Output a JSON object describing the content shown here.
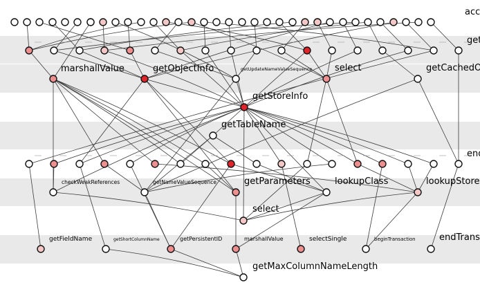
{
  "colors": {
    "band": "#e9e9e9",
    "edge": "#3a3a3a",
    "node_stroke": "#111111",
    "fill_white": "#ffffff",
    "fill_pink": "#f4c7c7",
    "fill_salmon": "#ee8f8f",
    "fill_red": "#e0242b"
  },
  "labels": {
    "accessor": "acc",
    "get": "get",
    "end": "end",
    "marshallValue": "marshallValue",
    "getObjectInfo": "getObjectInfo",
    "getUpdateNameValueSequence": "getUpdateNameValueSequence",
    "select": "select",
    "getCachedO": "getCachedO",
    "getStoreInfo": "getStoreInfo",
    "getTableName": "getTableName",
    "checkWeakReferences": "checkWeakReferences",
    "getNameValueSequence": "getNameValueSequence",
    "getParameters": "getParameters",
    "lookupClass": "lookupClass",
    "lookupStore": "lookupStored",
    "select2": "select",
    "getFieldName": "getFieldName",
    "getShortColumnName": "getShortColumnName",
    "getPersistentID": "getPersistentID",
    "marshallValue2": "marshallValue",
    "selectSingle": "selectSingle",
    "beginTransaction": "beginTransaction",
    "endTrans": "endTrans",
    "getMaxColumnNameLength": "getMaxColumnNameLength"
  },
  "rows": [
    [
      "w",
      "w",
      "w",
      "w",
      "w",
      "w",
      "w",
      "w",
      "p",
      "w",
      "w",
      "w",
      "w",
      "p",
      "w",
      "p",
      "w",
      "w",
      "w",
      "w",
      "w",
      "w",
      "w",
      "w",
      "p",
      "w",
      "p",
      "w",
      "w",
      "w",
      "w",
      "w",
      "p",
      "w",
      "w",
      "w"
    ],
    [
      "s",
      "w",
      "w",
      "p",
      "s",
      "w",
      "p",
      "w",
      "w",
      "w",
      "w",
      "r",
      "w",
      "w",
      "w",
      "w",
      "w",
      "w"
    ],
    [
      "s",
      "r",
      "w",
      "s",
      "w"
    ],
    [
      "r",
      "w"
    ],
    [
      "w",
      "s",
      "w",
      "s",
      "w",
      "s",
      "w",
      "w",
      "r",
      "w",
      "p",
      "w",
      "w",
      "s",
      "s",
      "w",
      "w",
      "w"
    ],
    [
      "w",
      "w",
      "s",
      "w",
      "p"
    ],
    [
      "p"
    ],
    [
      "p",
      "w",
      "s",
      "s",
      "s",
      "w",
      "w"
    ],
    [
      "w"
    ]
  ],
  "edges": [
    [
      "r0-1",
      "r1-0"
    ],
    [
      "r0-3",
      "r1-2"
    ],
    [
      "r0-5",
      "r1-1"
    ],
    [
      "r0-8",
      "r1-3"
    ],
    [
      "r0-10",
      "r1-4"
    ],
    [
      "r0-12",
      "r1-6"
    ],
    [
      "r0-14",
      "r1-5"
    ],
    [
      "r0-16",
      "r1-7"
    ],
    [
      "r0-18",
      "r1-8"
    ],
    [
      "r0-20",
      "r1-9"
    ],
    [
      "r0-22",
      "r1-11"
    ],
    [
      "r0-24",
      "r1-10"
    ],
    [
      "r0-26",
      "r1-12"
    ],
    [
      "r0-28",
      "r1-13"
    ],
    [
      "r0-30",
      "r1-14"
    ],
    [
      "r0-31",
      "r1-15"
    ],
    [
      "r0-33",
      "r1-16"
    ],
    [
      "r0-35",
      "r1-17"
    ],
    [
      "r0-15",
      "r1-0"
    ],
    [
      "r0-15",
      "r2-3"
    ],
    [
      "r0-13",
      "r1-11"
    ],
    [
      "r0-2",
      "r1-4"
    ],
    [
      "r0-23",
      "r1-2"
    ],
    [
      "r0-27",
      "r2-1"
    ],
    [
      "r0-32",
      "r2-1"
    ],
    [
      "r0-9",
      "r2-2"
    ],
    [
      "r0-29",
      "r1-1"
    ],
    [
      "r0-34",
      "r1-3"
    ],
    [
      "r0-11",
      "r1-0"
    ],
    [
      "r0-16",
      "r1-16"
    ],
    [
      "r0-30",
      "r1-6"
    ],
    [
      "r0-7",
      "r2-0"
    ],
    [
      "r1-0",
      "r2-0"
    ],
    [
      "r1-1",
      "r2-1"
    ],
    [
      "r1-2",
      "r2-1"
    ],
    [
      "r1-4",
      "r2-1"
    ],
    [
      "r1-5",
      "r2-2"
    ],
    [
      "r1-6",
      "r3-0"
    ],
    [
      "r1-7",
      "r3-0"
    ],
    [
      "r1-8",
      "r3-0"
    ],
    [
      "r1-9",
      "r2-2"
    ],
    [
      "r1-11",
      "r2-3"
    ],
    [
      "r1-11",
      "r3-0"
    ],
    [
      "r1-12",
      "r2-3"
    ],
    [
      "r1-13",
      "r3-0"
    ],
    [
      "r1-14",
      "r2-4"
    ],
    [
      "r1-15",
      "r3-0"
    ],
    [
      "r1-16",
      "r4-0"
    ],
    [
      "r1-17",
      "r4-17"
    ],
    [
      "r1-3",
      "r3-0"
    ],
    [
      "r1-10",
      "r2-3"
    ],
    [
      "r2-0",
      "r4-3"
    ],
    [
      "r2-0",
      "r4-5"
    ],
    [
      "r2-0",
      "r4-6"
    ],
    [
      "r2-0",
      "r4-7"
    ],
    [
      "r2-0",
      "r5-0"
    ],
    [
      "r2-0",
      "r5-2"
    ],
    [
      "r2-0",
      "r4-8"
    ],
    [
      "r2-1",
      "r4-8"
    ],
    [
      "r2-1",
      "r3-0"
    ],
    [
      "r2-1",
      "r4-2"
    ],
    [
      "r2-1",
      "r5-2"
    ],
    [
      "r2-2",
      "r3-0"
    ],
    [
      "r2-2",
      "r5-1"
    ],
    [
      "r2-3",
      "r4-13"
    ],
    [
      "r2-3",
      "r4-11"
    ],
    [
      "r2-4",
      "r5-1"
    ],
    [
      "r2-4",
      "r4-17"
    ],
    [
      "r3-0",
      "r4-1"
    ],
    [
      "r3-0",
      "r4-2"
    ],
    [
      "r3-0",
      "r4-4"
    ],
    [
      "r3-0",
      "r5-0"
    ],
    [
      "r3-0",
      "r4-10"
    ],
    [
      "r3-0",
      "r4-12"
    ],
    [
      "r3-0",
      "r4-13"
    ],
    [
      "r3-0",
      "r4-14"
    ],
    [
      "r3-0",
      "r4-15"
    ],
    [
      "r3-0",
      "r3-1"
    ],
    [
      "r3-0",
      "r5-3"
    ],
    [
      "r3-0",
      "r6-0"
    ],
    [
      "r3-1",
      "r4-9"
    ],
    [
      "r3-1",
      "r5-1"
    ],
    [
      "r3-1",
      "r4-6"
    ],
    [
      "r3-0",
      "r4-16"
    ],
    [
      "r4-0",
      "r7-0"
    ],
    [
      "r4-2",
      "r7-1"
    ],
    [
      "r4-4",
      "r7-2"
    ],
    [
      "r4-5",
      "r5-4"
    ],
    [
      "r4-8",
      "r5-3"
    ],
    [
      "r4-8",
      "r7-2"
    ],
    [
      "r4-9",
      "r5-3"
    ],
    [
      "r4-10",
      "r7-4"
    ],
    [
      "r4-11",
      "r6-0"
    ],
    [
      "r4-13",
      "r5-4"
    ],
    [
      "r4-14",
      "r7-5"
    ],
    [
      "r4-16",
      "r5-4"
    ],
    [
      "r4-17",
      "r7-6"
    ],
    [
      "r4-1",
      "r5-0"
    ],
    [
      "r4-3",
      "r5-1"
    ],
    [
      "r4-12",
      "r5-1"
    ],
    [
      "r4-15",
      "r5-4"
    ],
    [
      "r4-7",
      "r5-2"
    ],
    [
      "r5-0",
      "r6-0"
    ],
    [
      "r5-2",
      "r7-3"
    ],
    [
      "r5-3",
      "r6-0"
    ],
    [
      "r5-3",
      "r7-3"
    ],
    [
      "r5-4",
      "r6-0"
    ],
    [
      "r5-4",
      "r7-5"
    ],
    [
      "r5-1",
      "r7-2"
    ],
    [
      "r7-1",
      "r8-0"
    ],
    [
      "r7-2",
      "r8-0"
    ],
    [
      "r7-3",
      "r8-0"
    ]
  ]
}
